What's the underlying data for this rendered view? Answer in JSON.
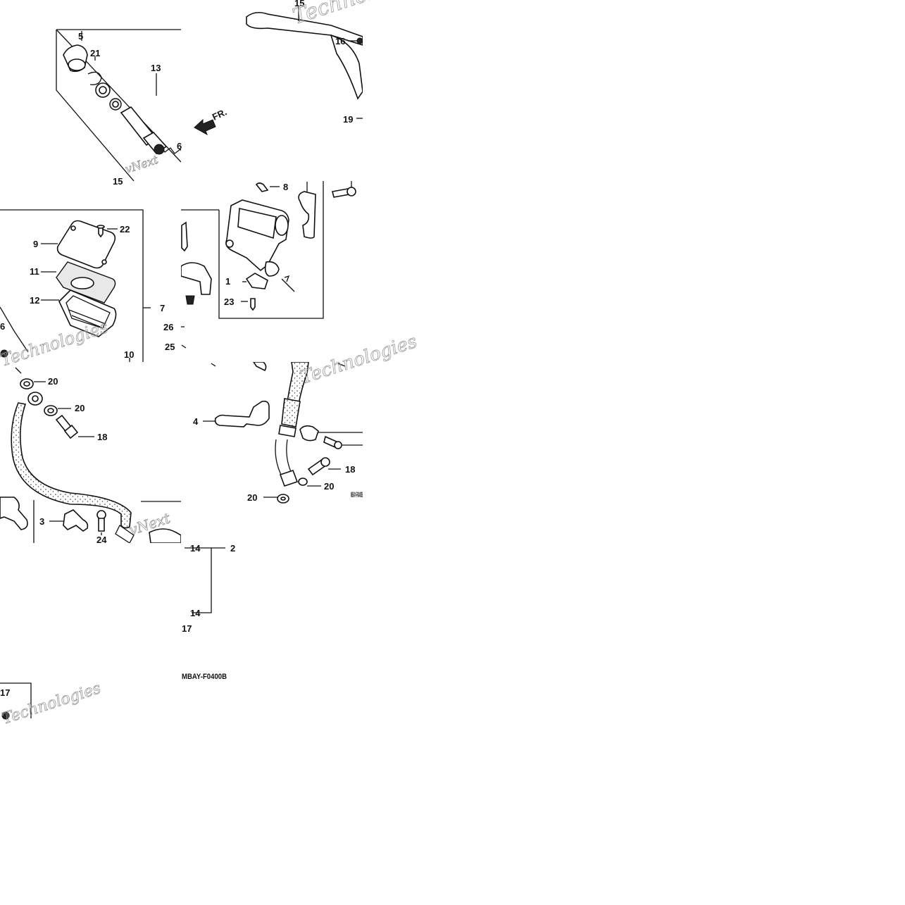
{
  "diagram_code": "MBAY-F0400B",
  "watermark": {
    "line1": "Technologies",
    "line2": "vNext"
  },
  "labels": {
    "l1": "1",
    "l2": "2",
    "l3": "3",
    "l4": "4",
    "l5": "5",
    "l6": "6",
    "l7": "7",
    "l8": "8",
    "l9": "9",
    "l10": "10",
    "l11": "11",
    "l12": "12",
    "l13": "13",
    "l14a": "14",
    "l14b": "14",
    "l15a": "15",
    "l15b": "15",
    "l16": "16",
    "l17a": "17",
    "l17b": "17",
    "l18a": "18",
    "l18b": "18",
    "l19": "19",
    "l20a": "20",
    "l20b": "20",
    "l20c": "20",
    "l20d": "20",
    "l21": "21",
    "l22": "22",
    "l23": "23",
    "l24": "24",
    "l25": "25",
    "l26": "26"
  },
  "direction_marker": "FR.",
  "icons": {
    "arrow": "front-direction-arrow-icon"
  }
}
